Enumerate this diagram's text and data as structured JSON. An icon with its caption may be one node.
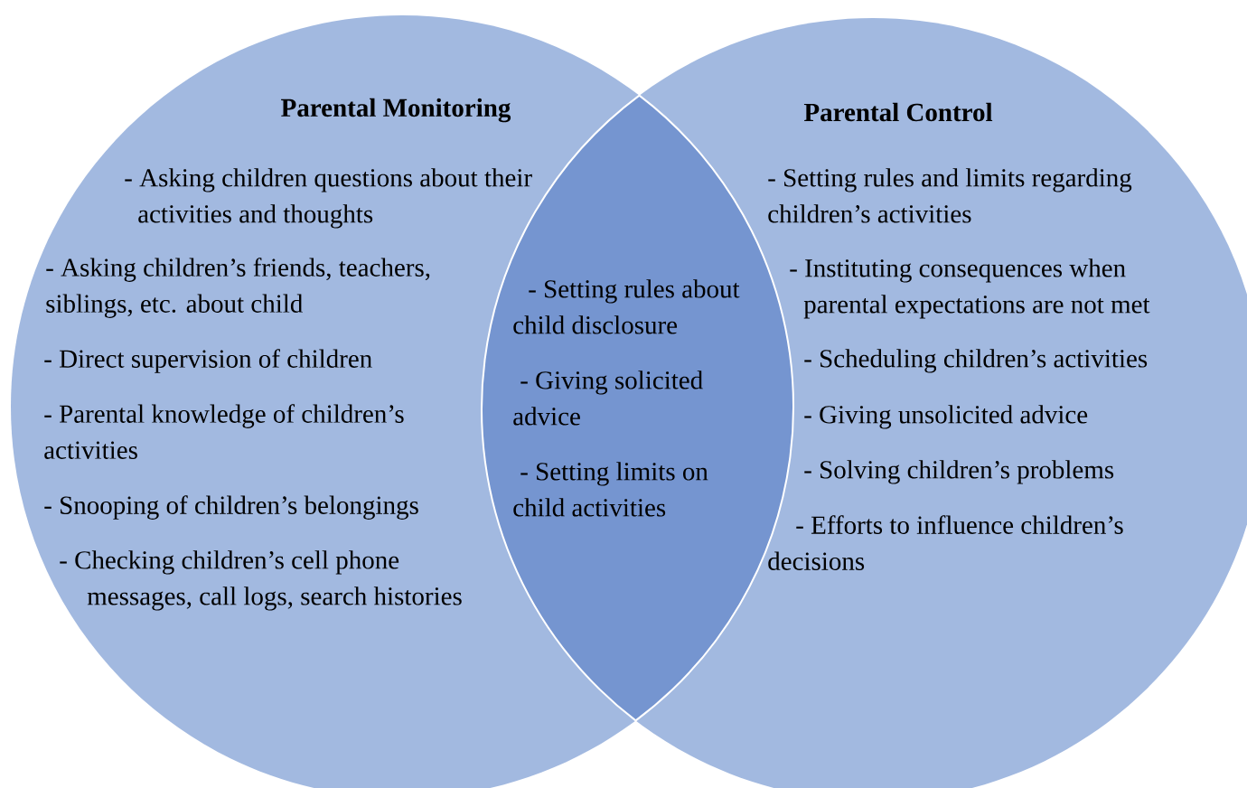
{
  "diagram": {
    "nodes": [
      {
        "text": [
          "Parental Monitoring",
          "- Asking children questions about their activities and thoughts",
          "- Asking children’s friends, teachers, siblings, etc. about child",
          "- Direct supervision of children",
          "- Parental knowledge of children’s activities",
          "- Snooping of children’s belongings",
          "- Checking children’s cell phone messages, call logs, search histories"
        ]
      },
      {
        "text": [
          "Parental Control",
          "- Setting rules and limits regarding children’s activities",
          "- Instituting consequences when parental expectations are not met",
          "- Scheduling children’s activities",
          "- Giving unsolicited advice",
          "- Solving children’s problems",
          "- Efforts to influence children’s decisions"
        ]
      },
      {
        "text": [
          "- Setting rules about child disclosure",
          "- Giving solicited advice",
          "- Setting limits on child activities"
        ]
      }
    ]
  }
}
